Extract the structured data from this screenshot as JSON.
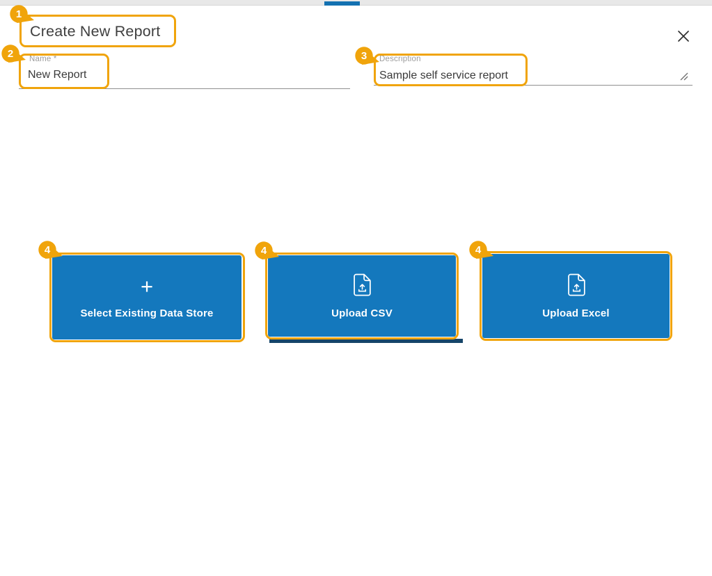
{
  "browser": {
    "active_tab_indicator_color": "#1371B1",
    "strip_color": "#E8E8E8"
  },
  "dialog": {
    "title": "Create New Report",
    "fields": {
      "name": {
        "label": "Name *",
        "value": "New Report"
      },
      "description": {
        "label": "Description",
        "value": "Sample self service report"
      }
    },
    "actions": [
      {
        "label": "Select Existing Data Store",
        "icon": "plus-icon"
      },
      {
        "label": "Upload CSV",
        "icon": "file-upload-icon"
      },
      {
        "label": "Upload Excel",
        "icon": "file-upload-icon"
      }
    ],
    "icons": {
      "close": "✕",
      "plus": "+",
      "upload": "file-arrow-up"
    }
  },
  "annotations": {
    "color": "#F0A40B",
    "items": [
      {
        "number": "1",
        "target": "dialog-title"
      },
      {
        "number": "2",
        "target": "name-field"
      },
      {
        "number": "3",
        "target": "description-field"
      },
      {
        "number": "4",
        "target": "select-existing-data-store-button"
      },
      {
        "number": "4",
        "target": "upload-csv-button"
      },
      {
        "number": "4",
        "target": "upload-excel-button"
      }
    ]
  },
  "colors": {
    "action_button": "#1478BD",
    "action_button_shadow": "#164569",
    "annotation": "#F0A40B",
    "tab_indicator": "#1371B1"
  }
}
